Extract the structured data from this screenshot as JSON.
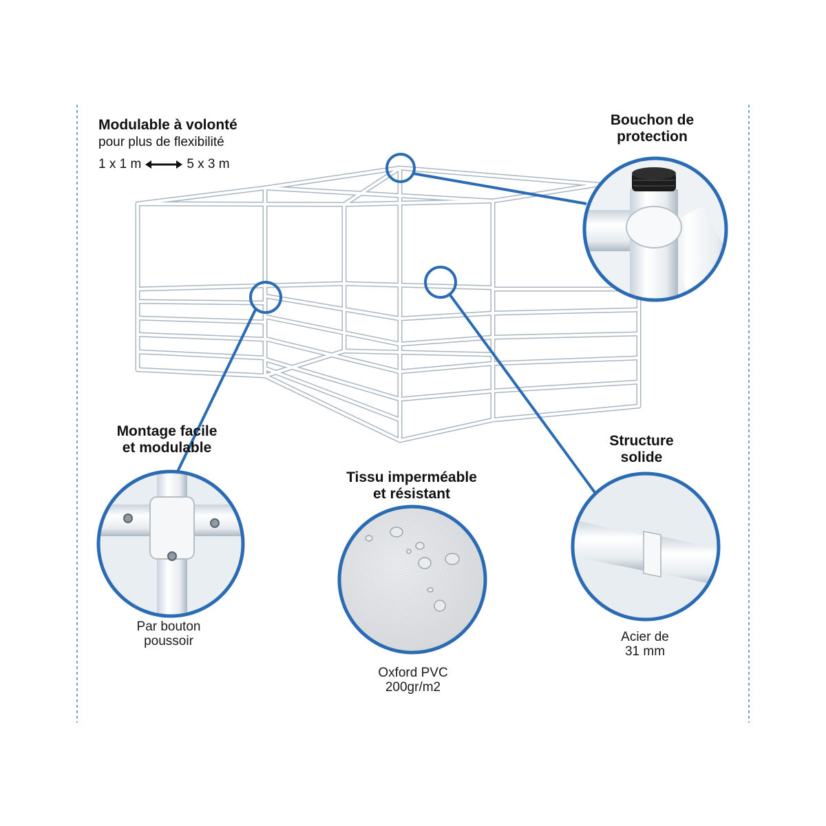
{
  "colors": {
    "accent_blue": "#2a6bb3",
    "frame_white": "#f4f6f8",
    "frame_edge": "#9aa7b3",
    "divider": "#4d86c4"
  },
  "features": {
    "modulable": {
      "title": "Modulable à volonté",
      "subtitle": "pour plus de flexibilité",
      "size_min": "1 x 1 m",
      "size_max": "5 x 3 m",
      "arrow_icon": "double-arrow-icon"
    },
    "bouchon": {
      "title_line1": "Bouchon de",
      "title_line2": "protection"
    },
    "montage": {
      "title_line1": "Montage facile",
      "title_line2": "et modulable",
      "caption_line1": "Par bouton",
      "caption_line2": "poussoir"
    },
    "tissu": {
      "title_line1": "Tissu imperméable",
      "title_line2": "et résistant",
      "caption_line1": "Oxford PVC",
      "caption_line2": "200gr/m2"
    },
    "structure": {
      "title_line1": "Structure",
      "title_line2": "solide",
      "caption_line1": "Acier de",
      "caption_line2": "31 mm"
    }
  }
}
